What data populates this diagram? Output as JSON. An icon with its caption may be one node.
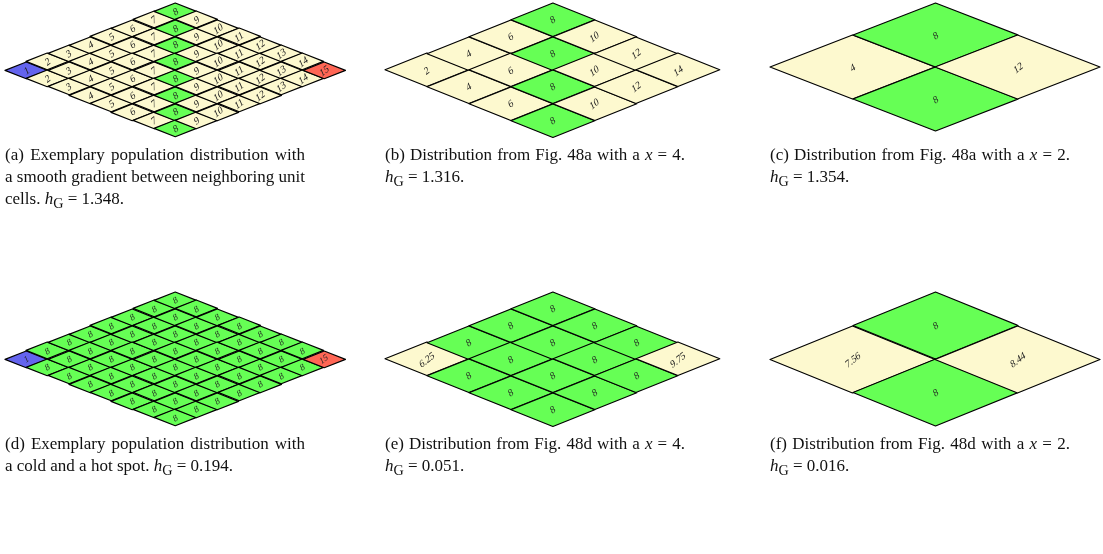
{
  "diagram": {
    "nodes": [
      {
        "text": [
          "1"
        ]
      },
      {
        "text": [
          "2"
        ]
      },
      {
        "text": [
          "3"
        ]
      },
      {
        "text": [
          "4"
        ]
      },
      {
        "text": [
          "5"
        ]
      },
      {
        "text": [
          "6"
        ]
      },
      {
        "text": [
          "7"
        ]
      },
      {
        "text": [
          "8"
        ]
      },
      {
        "text": [
          "2"
        ]
      },
      {
        "text": [
          "3"
        ]
      },
      {
        "text": [
          "4"
        ]
      },
      {
        "text": [
          "5"
        ]
      },
      {
        "text": [
          "6"
        ]
      },
      {
        "text": [
          "7"
        ]
      },
      {
        "text": [
          "8"
        ]
      },
      {
        "text": [
          "9"
        ]
      },
      {
        "text": [
          "3"
        ]
      },
      {
        "text": [
          "4"
        ]
      },
      {
        "text": [
          "5"
        ]
      },
      {
        "text": [
          "6"
        ]
      },
      {
        "text": [
          "7"
        ]
      },
      {
        "text": [
          "8"
        ]
      },
      {
        "text": [
          "9"
        ]
      },
      {
        "text": [
          "10"
        ]
      },
      {
        "text": [
          "4"
        ]
      },
      {
        "text": [
          "5"
        ]
      },
      {
        "text": [
          "6"
        ]
      },
      {
        "text": [
          "7"
        ]
      },
      {
        "text": [
          "8"
        ]
      },
      {
        "text": [
          "9"
        ]
      },
      {
        "text": [
          "10"
        ]
      },
      {
        "text": [
          "11"
        ]
      },
      {
        "text": [
          "5"
        ]
      },
      {
        "text": [
          "6"
        ]
      },
      {
        "text": [
          "7"
        ]
      },
      {
        "text": [
          "8"
        ]
      },
      {
        "text": [
          "9"
        ]
      },
      {
        "text": [
          "10"
        ]
      },
      {
        "text": [
          "11"
        ]
      },
      {
        "text": [
          "12"
        ]
      },
      {
        "text": [
          "6"
        ]
      },
      {
        "text": [
          "7"
        ]
      },
      {
        "text": [
          "8"
        ]
      },
      {
        "text": [
          "9"
        ]
      },
      {
        "text": [
          "10"
        ]
      },
      {
        "text": [
          "11"
        ]
      },
      {
        "text": [
          "12"
        ]
      },
      {
        "text": [
          "13"
        ]
      },
      {
        "text": [
          "7"
        ]
      },
      {
        "text": [
          "8"
        ]
      },
      {
        "text": [
          "9"
        ]
      },
      {
        "text": [
          "10"
        ]
      },
      {
        "text": [
          "11"
        ]
      },
      {
        "text": [
          "12"
        ]
      },
      {
        "text": [
          "13"
        ]
      },
      {
        "text": [
          "14"
        ]
      },
      {
        "text": [
          "8"
        ]
      },
      {
        "text": [
          "9"
        ]
      },
      {
        "text": [
          "10"
        ]
      },
      {
        "text": [
          "11"
        ]
      },
      {
        "text": [
          "12"
        ]
      },
      {
        "text": [
          "13"
        ]
      },
      {
        "text": [
          "14"
        ]
      },
      {
        "text": [
          "15"
        ]
      },
      {
        "text": [
          "2"
        ]
      },
      {
        "text": [
          "4"
        ]
      },
      {
        "text": [
          "6"
        ]
      },
      {
        "text": [
          "8"
        ]
      },
      {
        "text": [
          "4"
        ]
      },
      {
        "text": [
          "6"
        ]
      },
      {
        "text": [
          "8"
        ]
      },
      {
        "text": [
          "10"
        ]
      },
      {
        "text": [
          "6"
        ]
      },
      {
        "text": [
          "8"
        ]
      },
      {
        "text": [
          "10"
        ]
      },
      {
        "text": [
          "12"
        ]
      },
      {
        "text": [
          "8"
        ]
      },
      {
        "text": [
          "10"
        ]
      },
      {
        "text": [
          "12"
        ]
      },
      {
        "text": [
          "14"
        ]
      },
      {
        "text": [
          "4"
        ]
      },
      {
        "text": [
          "8"
        ]
      },
      {
        "text": [
          "8"
        ]
      },
      {
        "text": [
          "12"
        ]
      },
      {
        "text": [
          "1"
        ]
      },
      {
        "text": [
          "8"
        ]
      },
      {
        "text": [
          "8"
        ]
      },
      {
        "text": [
          "8"
        ]
      },
      {
        "text": [
          "8"
        ]
      },
      {
        "text": [
          "8"
        ]
      },
      {
        "text": [
          "8"
        ]
      },
      {
        "text": [
          "8"
        ]
      },
      {
        "text": [
          "8"
        ]
      },
      {
        "text": [
          "8"
        ]
      },
      {
        "text": [
          "8"
        ]
      },
      {
        "text": [
          "8"
        ]
      },
      {
        "text": [
          "8"
        ]
      },
      {
        "text": [
          "8"
        ]
      },
      {
        "text": [
          "8"
        ]
      },
      {
        "text": [
          "8"
        ]
      },
      {
        "text": [
          "8"
        ]
      },
      {
        "text": [
          "8"
        ]
      },
      {
        "text": [
          "8"
        ]
      },
      {
        "text": [
          "8"
        ]
      },
      {
        "text": [
          "8"
        ]
      },
      {
        "text": [
          "8"
        ]
      },
      {
        "text": [
          "8"
        ]
      },
      {
        "text": [
          "8"
        ]
      },
      {
        "text": [
          "8"
        ]
      },
      {
        "text": [
          "8"
        ]
      },
      {
        "text": [
          "8"
        ]
      },
      {
        "text": [
          "8"
        ]
      },
      {
        "text": [
          "8"
        ]
      },
      {
        "text": [
          "8"
        ]
      },
      {
        "text": [
          "8"
        ]
      },
      {
        "text": [
          "8"
        ]
      },
      {
        "text": [
          "8"
        ]
      },
      {
        "text": [
          "8"
        ]
      },
      {
        "text": [
          "8"
        ]
      },
      {
        "text": [
          "8"
        ]
      },
      {
        "text": [
          "8"
        ]
      },
      {
        "text": [
          "8"
        ]
      },
      {
        "text": [
          "8"
        ]
      },
      {
        "text": [
          "8"
        ]
      },
      {
        "text": [
          "8"
        ]
      },
      {
        "text": [
          "8"
        ]
      },
      {
        "text": [
          "8"
        ]
      },
      {
        "text": [
          "8"
        ]
      },
      {
        "text": [
          "8"
        ]
      },
      {
        "text": [
          "8"
        ]
      },
      {
        "text": [
          "8"
        ]
      },
      {
        "text": [
          "8"
        ]
      },
      {
        "text": [
          "8"
        ]
      },
      {
        "text": [
          "8"
        ]
      },
      {
        "text": [
          "8"
        ]
      },
      {
        "text": [
          "8"
        ]
      },
      {
        "text": [
          "8"
        ]
      },
      {
        "text": [
          "8"
        ]
      },
      {
        "text": [
          "8"
        ]
      },
      {
        "text": [
          "8"
        ]
      },
      {
        "text": [
          "8"
        ]
      },
      {
        "text": [
          "8"
        ]
      },
      {
        "text": [
          "8"
        ]
      },
      {
        "text": [
          "8"
        ]
      },
      {
        "text": [
          "8"
        ]
      },
      {
        "text": [
          "8"
        ]
      },
      {
        "text": [
          "8"
        ]
      },
      {
        "text": [
          "15"
        ]
      },
      {
        "text": [
          "6.25"
        ]
      },
      {
        "text": [
          "8"
        ]
      },
      {
        "text": [
          "8"
        ]
      },
      {
        "text": [
          "8"
        ]
      },
      {
        "text": [
          "8"
        ]
      },
      {
        "text": [
          "8"
        ]
      },
      {
        "text": [
          "8"
        ]
      },
      {
        "text": [
          "8"
        ]
      },
      {
        "text": [
          "8"
        ]
      },
      {
        "text": [
          "8"
        ]
      },
      {
        "text": [
          "8"
        ]
      },
      {
        "text": [
          "8"
        ]
      },
      {
        "text": [
          "8"
        ]
      },
      {
        "text": [
          "8"
        ]
      },
      {
        "text": [
          "8"
        ]
      },
      {
        "text": [
          "9.75"
        ]
      },
      {
        "text": [
          "7.56"
        ]
      },
      {
        "text": [
          "8"
        ]
      },
      {
        "text": [
          "8"
        ]
      },
      {
        "text": [
          "8.44"
        ]
      }
    ],
    "labels": [
      "(a) Exemplary population distribution with a smooth gradient between neighboring unit cells. *h*$_{G}$ = 1.348.",
      "(b) Distribution from Fig. 48a with a *x* = 4. *h*$_{G}$ = 1.316.",
      "(c) Distribution from Fig. 48a with a *x* = 2. *h*$_{G}$ = 1.354.",
      "(d) Exemplary population distribution with a cold and a hot spot. *h*$_{G}$ = 0.194.",
      "(e) Distribution from Fig. 48d with a *x* = 4. *h*$_{G}$ = 0.051.",
      "(f) Distribution from Fig. 48d with a *x* = 2. *h*$_{G}$ = 0.016."
    ]
  }
}
